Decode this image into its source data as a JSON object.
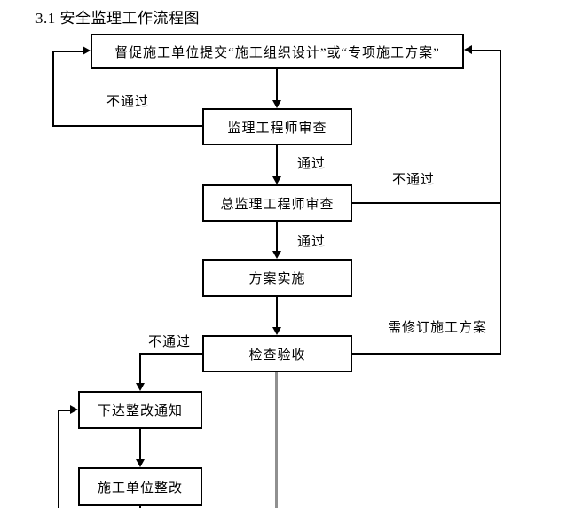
{
  "page": {
    "title": "3.1 安全监理工作流程图",
    "background_color": "#ffffff",
    "line_color": "#000000",
    "secondary_line_color": "#909090"
  },
  "flowchart": {
    "nodes": [
      {
        "id": "submit-plan",
        "label": "督促施工单位提交“施工组织设计”或“专项施工方案”"
      },
      {
        "id": "supervisor-review",
        "label": "监理工程师审查"
      },
      {
        "id": "chief-supervisor-review",
        "label": "总监理工程师审查"
      },
      {
        "id": "plan-implementation",
        "label": "方案实施"
      },
      {
        "id": "inspection-acceptance",
        "label": "检查验收"
      },
      {
        "id": "issue-rectification-notice",
        "label": "下达整改通知"
      },
      {
        "id": "contractor-rectification",
        "label": "施工单位整改"
      }
    ],
    "edge_labels": [
      {
        "id": "fail-review",
        "text": "不通过"
      },
      {
        "id": "pass-review",
        "text": "通过"
      },
      {
        "id": "fail-chief-review",
        "text": "不通过"
      },
      {
        "id": "pass-chief-review",
        "text": "通过"
      },
      {
        "id": "revise-plan",
        "text": "需修订施工方案"
      },
      {
        "id": "fail-inspection",
        "text": "不通过"
      }
    ]
  }
}
